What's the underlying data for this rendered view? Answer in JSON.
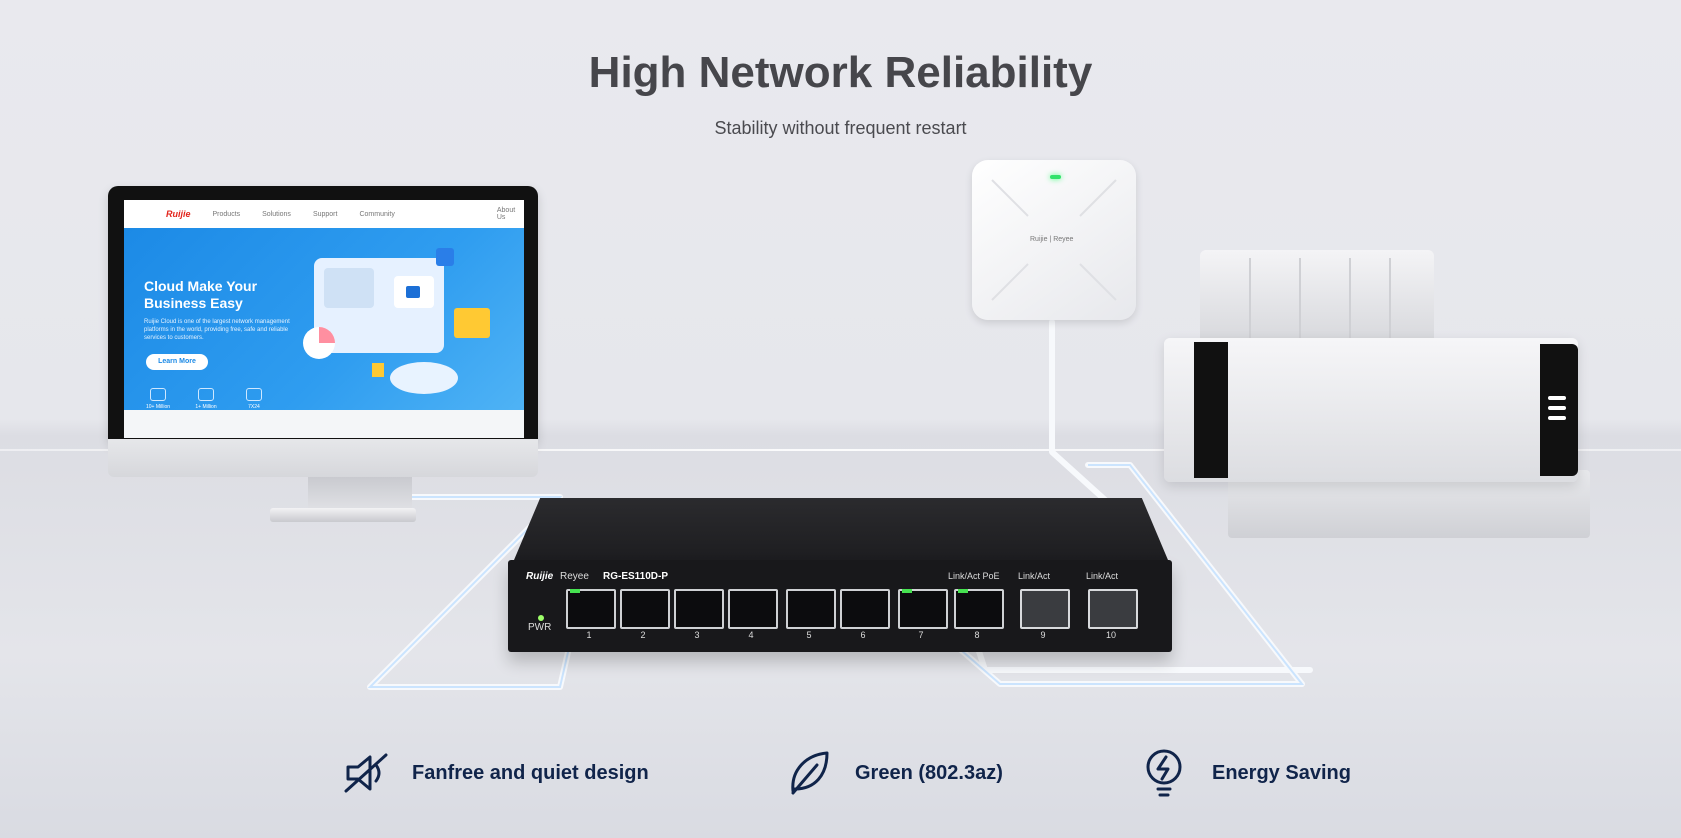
{
  "header": {
    "title": "High Network Reliability",
    "subtitle": "Stability without frequent restart"
  },
  "monitor_screen": {
    "logo": "Ruijie",
    "nav": [
      "Products",
      "Solutions",
      "Support",
      "Community",
      "About Us"
    ],
    "heading": "Cloud Make Your Business Easy",
    "text": "Ruijie Cloud is one of the largest network management platforms in the world, providing free, safe and reliable services to customers.",
    "button": "Learn More",
    "stats": [
      "10+ Million",
      "1+ Million",
      "7X24"
    ]
  },
  "access_point": {
    "brand": "Ruijie | Reyee"
  },
  "switch": {
    "brand": "Ruijie",
    "sub_brand": "Reyee",
    "model": "RG-ES110D-P",
    "power_label": "PWR",
    "poe_label": "Link/Act  PoE",
    "link_act_label_9": "Link/Act",
    "link_act_label_10": "Link/Act",
    "ports": [
      "1",
      "2",
      "3",
      "4",
      "5",
      "6",
      "7",
      "8",
      "9",
      "10"
    ]
  },
  "features": [
    {
      "label": "Fanfree and quiet design",
      "icon": "fan-off-icon"
    },
    {
      "label": "Green (802.3az)",
      "icon": "leaf-icon"
    },
    {
      "label": "Energy Saving",
      "icon": "lightbulb-bolt-icon"
    }
  ],
  "colors": {
    "title": "#46464b",
    "feature_text": "#10244a",
    "led_green": "#32e26a",
    "screen_blue": "#1c8ae6"
  }
}
